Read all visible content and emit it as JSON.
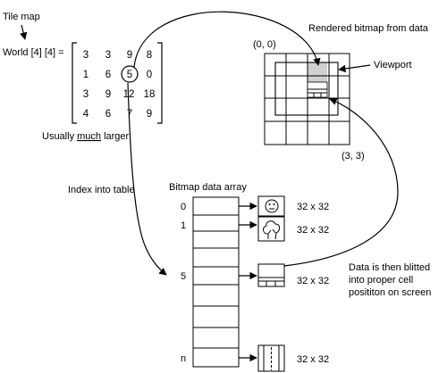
{
  "labels": {
    "tile_map": "Tile map",
    "world": "World [4] [4] =",
    "usually": "Usually ",
    "much": "much",
    "larger": " larger",
    "index_into_table": "Index into table",
    "rendered_bitmap": "Rendered bitmap from data",
    "origin": "(0, 0)",
    "viewport": "Viewport",
    "end": "(3, 3)",
    "bitmap_data_array": "Bitmap data array",
    "blit_line1": "Data is then blitted",
    "blit_line2": "into proper cell",
    "blit_line3": "posititon on screen"
  },
  "matrix": [
    [
      "3",
      "3",
      "9",
      "8"
    ],
    [
      "1",
      "6",
      "5",
      "0"
    ],
    [
      "3",
      "9",
      "12",
      "18"
    ],
    [
      "4",
      "6",
      "7",
      "9"
    ]
  ],
  "array_entries": [
    {
      "index": "0",
      "size": "32 x 32",
      "icon": "smiley-face-icon"
    },
    {
      "index": "1",
      "size": "32 x 32",
      "icon": "tree-icon"
    },
    {
      "index": "5",
      "size": "32 x 32",
      "icon": "wall-tile-icon"
    },
    {
      "index": "n",
      "size": "32 x 32",
      "icon": "road-tile-icon"
    }
  ],
  "colors": {
    "ink": "#000000",
    "highlight": "#d0d0d0",
    "background": "#ffffff"
  }
}
